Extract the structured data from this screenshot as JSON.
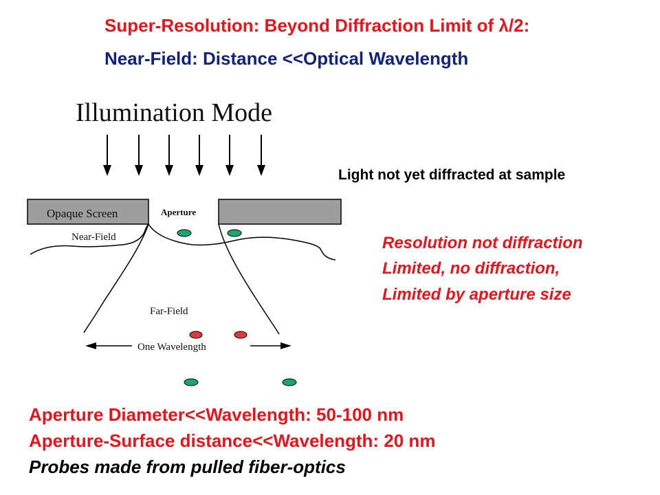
{
  "header": {
    "line1": "Super-Resolution: Beyond Diffraction Limit of λ/2:",
    "line2": "Near-Field: Distance <<Optical Wavelength"
  },
  "diagram": {
    "title": "Illumination Mode",
    "screen_label": "Opaque Screen",
    "aperture_label": "Aperture",
    "near_field_label": "Near-Field",
    "far_field_label": "Far-Field",
    "wavelength_label": "One Wavelength"
  },
  "annotation": "Light not yet diffracted at sample",
  "resolution": {
    "line1": "Resolution not diffraction",
    "line2": "Limited, no diffraction,",
    "line3": "Limited by aperture size"
  },
  "bottom": {
    "line1": "Aperture Diameter<<Wavelength: 50-100 nm",
    "line2": "Aperture-Surface distance<<Wavelength: 20 nm",
    "line3": "Probes made from pulled fiber-optics"
  },
  "colors": {
    "red_text": "#e8141c",
    "navy_text": "#13227a",
    "screen_fill": "#9e9e9e",
    "green_dot": "#1aa66e",
    "red_dot": "#e03a3a"
  }
}
